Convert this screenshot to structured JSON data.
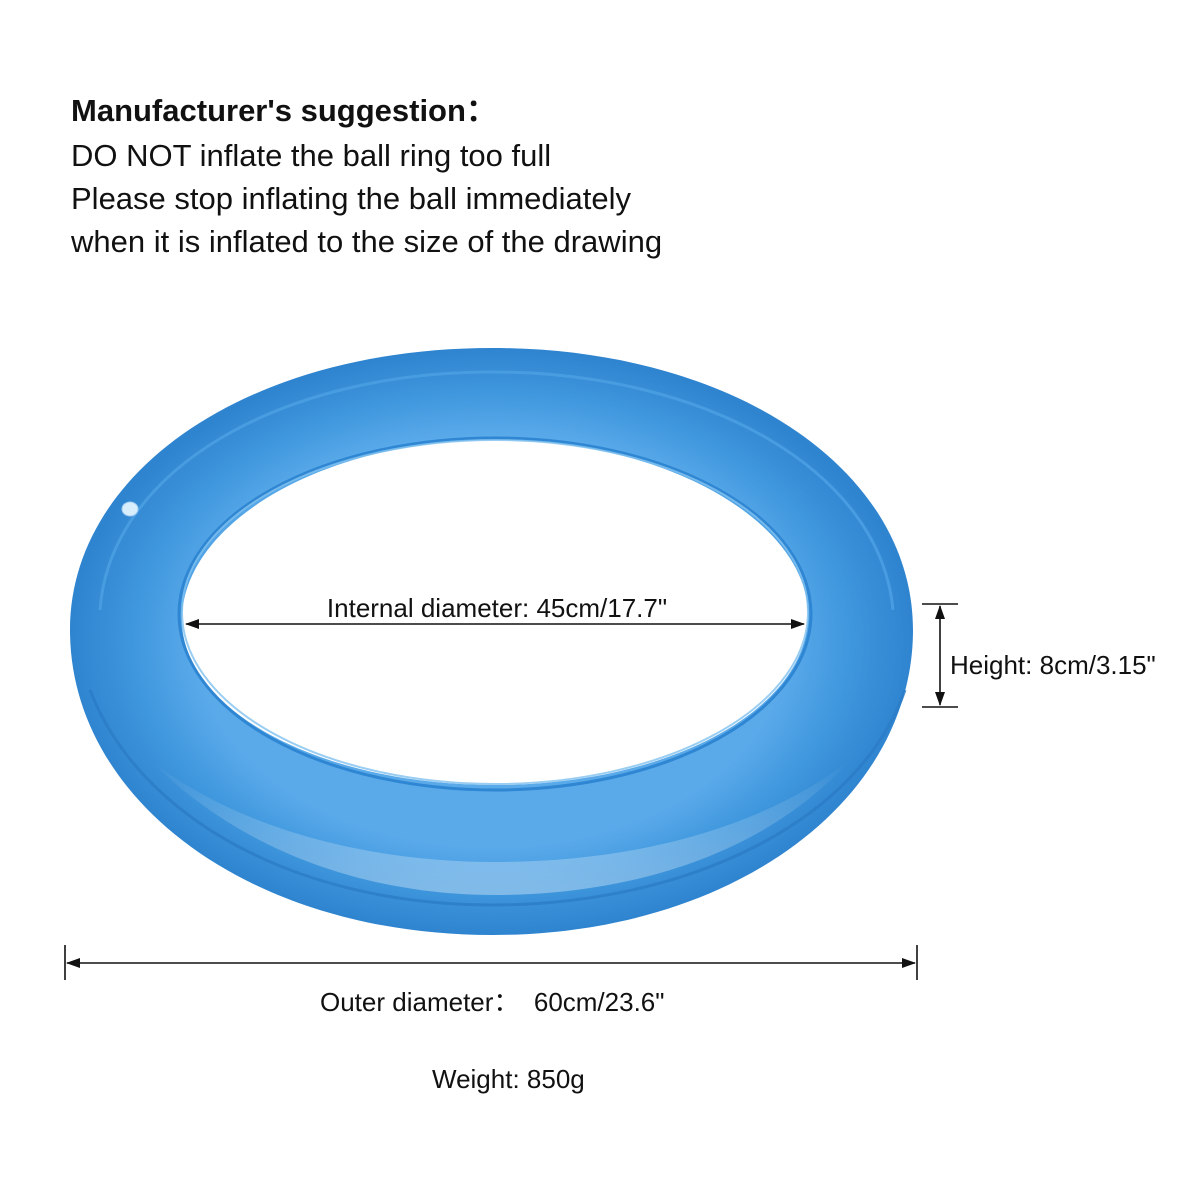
{
  "suggestion": {
    "title": "Manufacturer's suggestion：",
    "lines": [
      "DO NOT inflate the ball ring too full",
      "Please stop inflating the ball immediately",
      "when it is inflated to the size of the drawing"
    ]
  },
  "dimensions": {
    "internal_diameter": "Internal diameter: 45cm/17.7\"",
    "height": "Height: 8cm/3.15\"",
    "outer_diameter": "Outer diameter：  60cm/23.6\"",
    "weight": "Weight: 850g"
  },
  "colors": {
    "ring": "#3f97dd",
    "ring_dark": "#2e7fc8",
    "ring_light": "#6fb7ec",
    "lines": "#111111"
  }
}
